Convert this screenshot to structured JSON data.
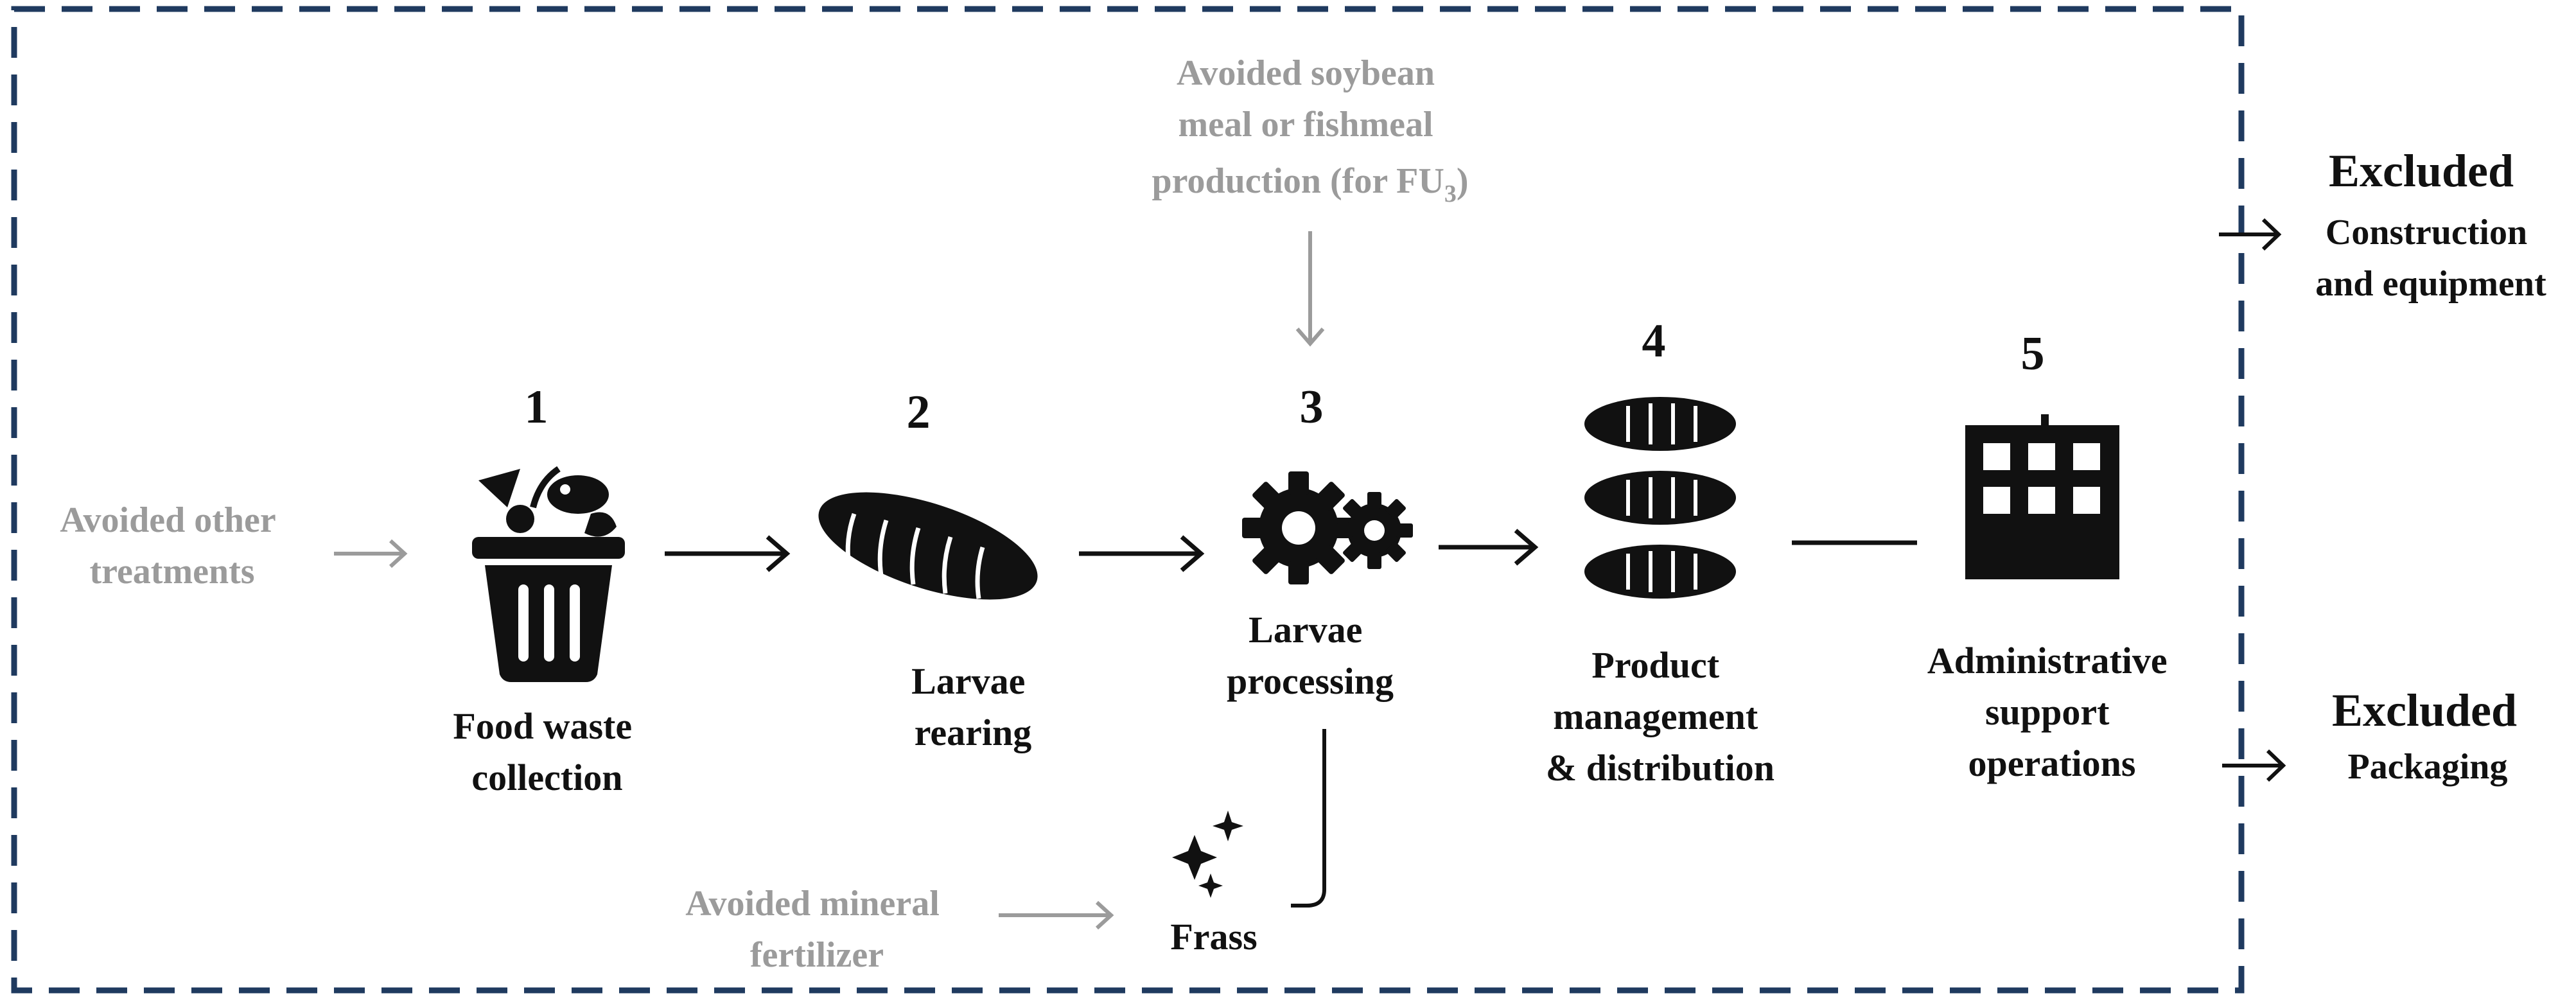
{
  "steps": [
    {
      "number": "1",
      "label_lines": [
        "Food waste",
        "collection"
      ],
      "icon": "waste-bin-icon"
    },
    {
      "number": "2",
      "label_lines": [
        "Larvae",
        "rearing"
      ],
      "icon": "larva-icon"
    },
    {
      "number": "3",
      "label_lines": [
        "Larvae",
        "processing"
      ],
      "icon": "gears-icon"
    },
    {
      "number": "4",
      "label_lines": [
        "Product",
        "management",
        "& distribution"
      ],
      "icon": "stacked-larvae-icon"
    },
    {
      "number": "5",
      "label_lines": [
        "Administrative",
        "support",
        "operations"
      ],
      "icon": "office-building-icon"
    }
  ],
  "avoided": {
    "other_treatments": [
      "Avoided other",
      "treatments"
    ],
    "protein": {
      "line1": "Avoided soybean",
      "line2": "meal or fishmeal",
      "line3_prefix": "production (for FU",
      "line3_sub": "3",
      "line3_suffix": ")"
    },
    "fertilizer": [
      "Avoided mineral",
      "fertilizer"
    ]
  },
  "frass": {
    "label": "Frass",
    "icon": "sparkle-icon"
  },
  "excluded": [
    {
      "title": "Excluded",
      "items": [
        "Construction",
        "and equipment"
      ]
    },
    {
      "title": "Excluded",
      "items": [
        "Packaging"
      ]
    }
  ],
  "colors": {
    "boundary": "#1f3a5f",
    "avoided_text": "#9b9b9b",
    "main": "#111111"
  }
}
